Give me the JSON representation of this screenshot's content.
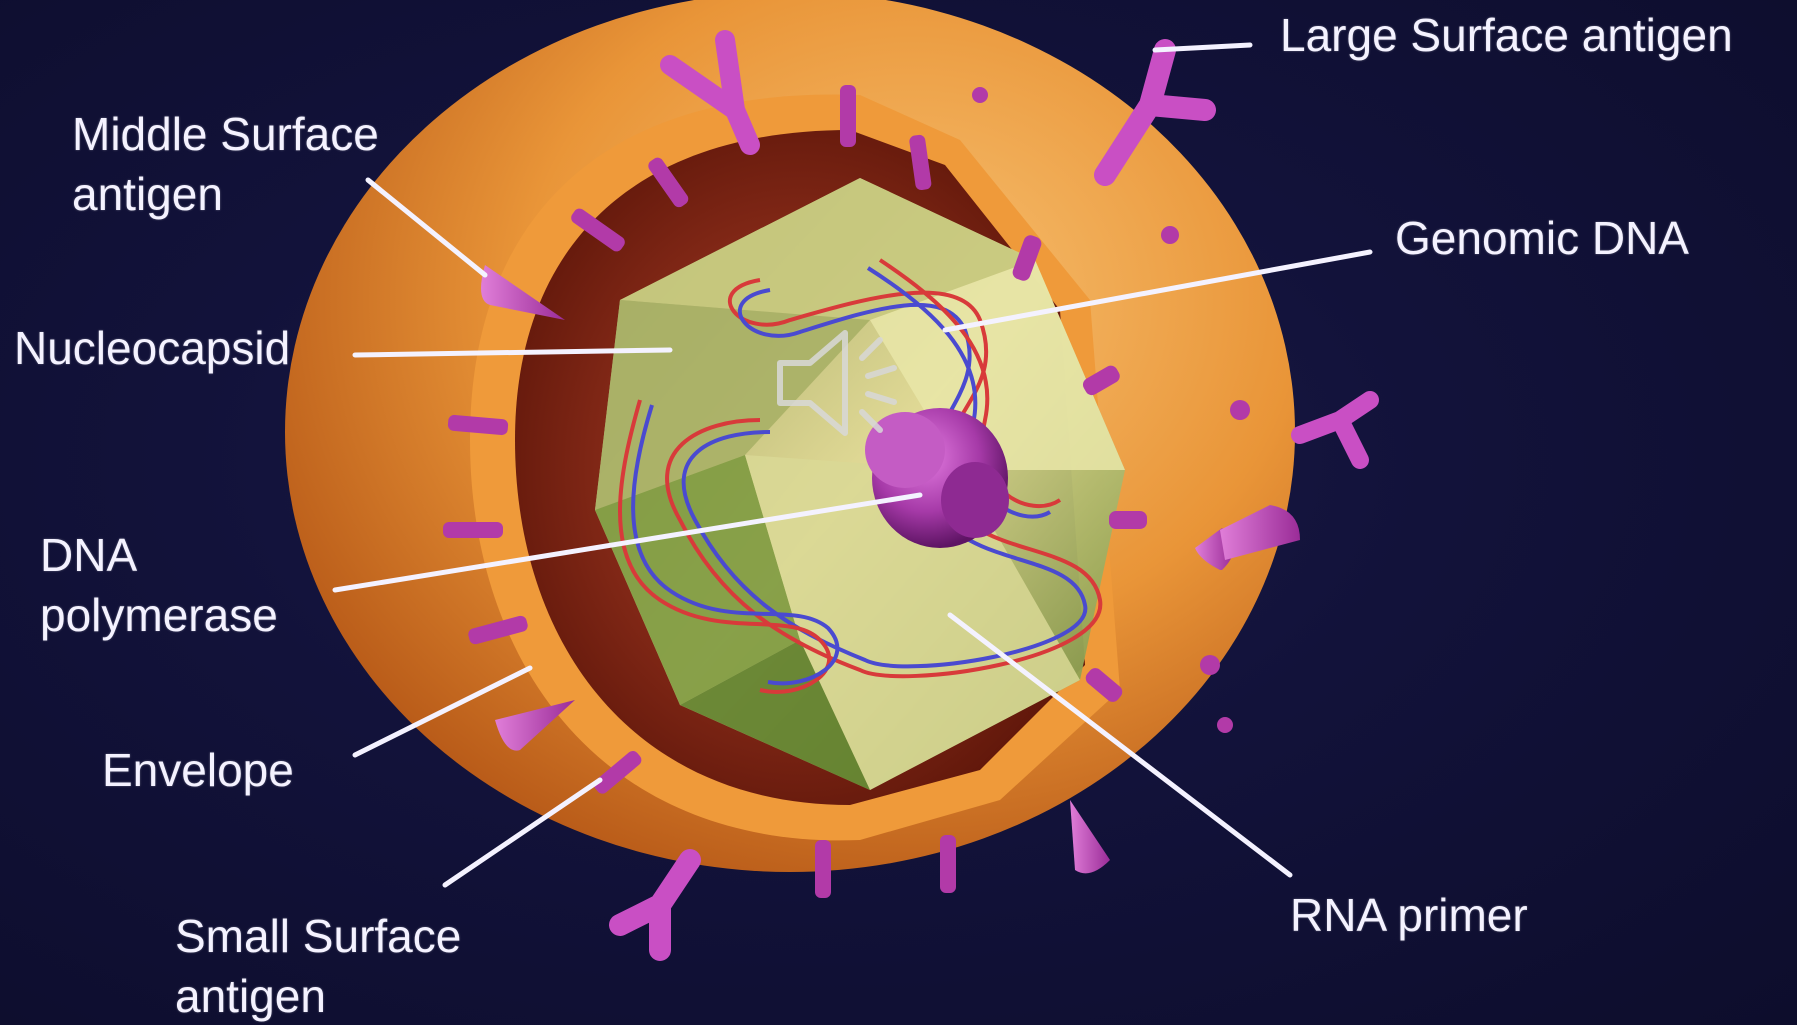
{
  "labels": {
    "large_surface_antigen": "Large Surface antigen",
    "middle_surface_antigen": [
      "Middle Surface",
      "antigen"
    ],
    "genomic_dna": "Genomic DNA",
    "nucleocapsid": "Nucleocapsid",
    "dna_polymerase": [
      "DNA",
      "polymerase"
    ],
    "envelope": "Envelope",
    "small_surface_antigen": [
      "Small Surface",
      "antigen"
    ],
    "rna_primer": "RNA primer"
  },
  "icons": {
    "audio": "speaker-icon"
  },
  "colors": {
    "background": "#12123a",
    "envelope_outer": "#f0a040",
    "envelope_inner": "#8a2a10",
    "nucleocapsid": "#d6d98a",
    "antigen": "#c94fc4",
    "dna_red": "#d83a3a",
    "dna_blue": "#4a4ad0",
    "label_text": "#f4f2ff"
  }
}
